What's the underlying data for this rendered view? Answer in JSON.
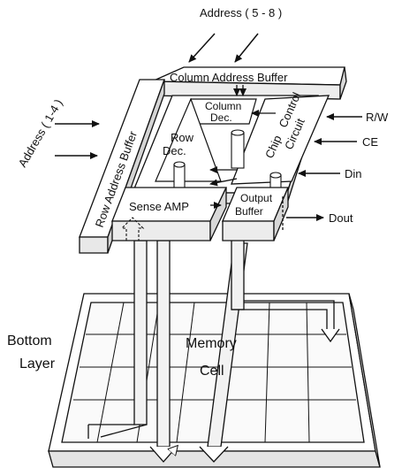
{
  "diagram": {
    "top_address_label": "Address ( 5 - 8 )",
    "side_address_label": "Address ( 1-4 )",
    "column_address_buffer": "Column Address Buffer",
    "row_address_buffer": "Row Address Buffer",
    "column_decoder": [
      "Column",
      "Dec."
    ],
    "row_decoder": [
      "Row",
      "Dec."
    ],
    "chip_control_circuit": [
      "Chip",
      "Control",
      "Circuit"
    ],
    "sense_amp": "Sense AMP",
    "output_buffer": [
      "Output",
      "Buffer"
    ],
    "memory_cell": [
      "Memory",
      "Cell"
    ],
    "bottom_layer": [
      "Bottom",
      "Layer"
    ],
    "signals": {
      "rw": "R/W",
      "ce": "CE",
      "din": "Din",
      "dout": "Dout"
    }
  }
}
